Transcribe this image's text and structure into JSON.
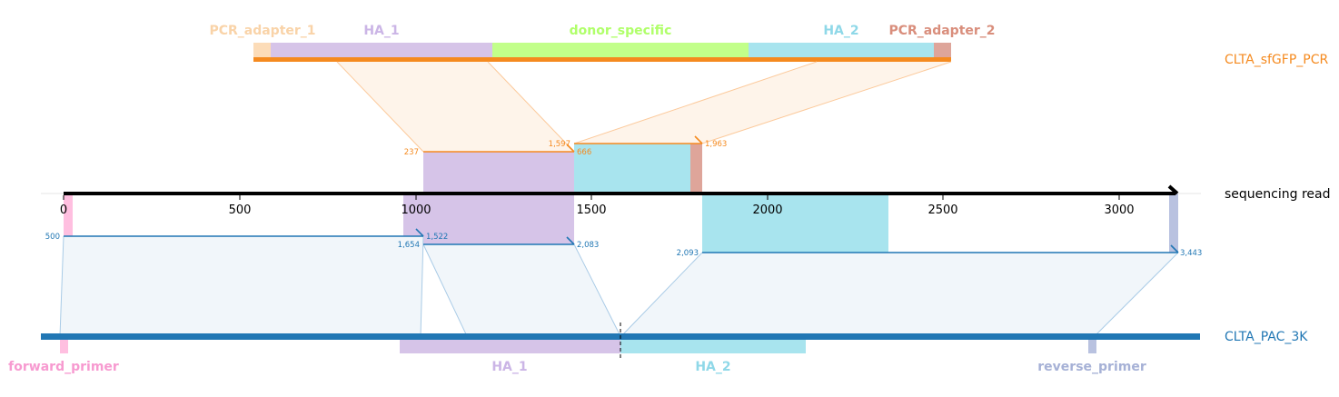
{
  "tracks": {
    "top_name": "CLTA_sfGFP_PCR",
    "middle_name": "sequencing read",
    "bottom_name": "CLTA_PAC_3K"
  },
  "colors": {
    "top_track": "#f58a1f",
    "bottom_track": "#2177b4",
    "read_axis": "#000000",
    "PCR_adapter": "#fcdcb8",
    "PCR_adapter_2": "#dea59a",
    "HA_1": "#d6c4e8",
    "donor_specific": "#c2ff8a",
    "HA_2": "#a8e4ee",
    "forward_primer": "#ffbfe0",
    "reverse_primer": "#b9c2e0",
    "HA_1_label": "#cbb5e6",
    "donor_label": "#b0ff6a",
    "HA_2_label": "#8fd8e8",
    "PCR_adapter_1_label": "#f9d3a8",
    "PCR_adapter_2_label": "#d98e7c",
    "forward_primer_label": "#f79ad0",
    "reverse_primer_label": "#a6b1d6"
  },
  "top_features": [
    {
      "name": "PCR_adapter_1",
      "color_key": "PCR_adapter",
      "label_color_key": "PCR_adapter_1_label"
    },
    {
      "name": "HA_1",
      "color_key": "HA_1",
      "label_color_key": "HA_1_label"
    },
    {
      "name": "donor_specific",
      "color_key": "donor_specific",
      "label_color_key": "donor_label"
    },
    {
      "name": "HA_2",
      "color_key": "HA_2",
      "label_color_key": "HA_2_label"
    },
    {
      "name": "PCR_adapter_2",
      "color_key": "PCR_adapter_2",
      "label_color_key": "PCR_adapter_2_label"
    }
  ],
  "bottom_features": [
    {
      "name": "forward_primer"
    },
    {
      "name": "HA_1"
    },
    {
      "name": "HA_2"
    },
    {
      "name": "reverse_primer"
    }
  ],
  "read_axis": {
    "ticks": [
      0,
      500,
      1000,
      1500,
      2000,
      2500,
      3000
    ],
    "tick_labels": [
      "0",
      "500",
      "1000",
      "1500",
      "2000",
      "2500",
      "3000"
    ],
    "length": 3150
  },
  "top_alignments": [
    {
      "ref_start_label": "237",
      "ref_end_label": "666",
      "read_start": 1020,
      "read_end": 1450,
      "direction": "forward"
    },
    {
      "ref_start_label": "1,597",
      "ref_end_label": "1,963",
      "read_start": 1450,
      "read_end": 1813,
      "direction": "forward"
    }
  ],
  "bottom_alignments": [
    {
      "ref_start_label": "500",
      "ref_end_label": "1,522",
      "read_start": 0,
      "read_end": 1022,
      "direction": "forward"
    },
    {
      "ref_start_label": "1,654",
      "ref_end_label": "2,083",
      "read_start": 1022,
      "read_end": 1450,
      "direction": "forward"
    },
    {
      "ref_start_label": "2,093",
      "ref_end_label": "3,443",
      "read_start": 1813,
      "read_end": 3163,
      "direction": "forward"
    }
  ]
}
